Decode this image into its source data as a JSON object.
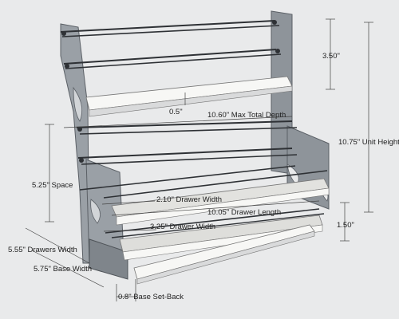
{
  "dimensions": {
    "top_shelf_height": "3.50\"",
    "shelf_gap": "0.5\"",
    "max_total_depth": "10.60\" Max Total Depth",
    "unit_height": "10.75\" Unit Height",
    "space": "5.25\" Space",
    "upper_drawer_width": "2.10\" Drawer Width",
    "drawer_length": "10.05\" Drawer Length",
    "lower_drawer_width": "3.25\" Drawer Width",
    "base_height": "1.50\"",
    "drawers_width": "5.55\" Drawers Width",
    "base_width": "5.75\" Base Width",
    "base_setback": "0.8\" Base Set-Back"
  },
  "colors": {
    "background": "#e9eaeb",
    "side_panel": "#8e949a",
    "side_panel_light": "#a7adb2",
    "shelf": "#f7f7f5",
    "rail": "#2e3135",
    "dimension_line": "#444444"
  }
}
